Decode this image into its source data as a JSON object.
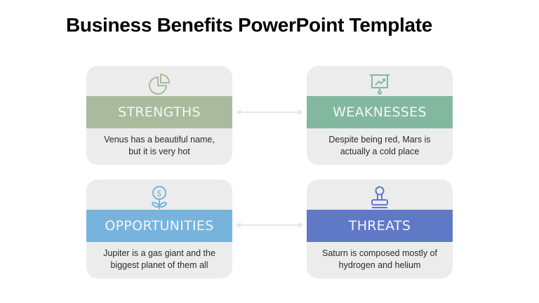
{
  "slide": {
    "title": "Business Benefits PowerPoint Template"
  },
  "cards": [
    {
      "id": "strengths",
      "label": "STRENGTHS",
      "description_line1": "Venus has a beautiful name,",
      "description_line2": "but it is very hot",
      "color": "#a9bb9c",
      "icon": "pie-chart-icon"
    },
    {
      "id": "weaknesses",
      "label": "WEAKNESSES",
      "description_line1": "Despite being red, Mars is",
      "description_line2": "actually a cold place",
      "color": "#82b8a0",
      "icon": "presentation-board-icon"
    },
    {
      "id": "opportunities",
      "label": "OPPORTUNITIES",
      "description_line1": "Jupiter is a gas giant and the",
      "description_line2": "biggest planet of them all",
      "color": "#76b4de",
      "icon": "money-plant-icon"
    },
    {
      "id": "threats",
      "label": "THREATS",
      "description_line1": "Saturn is composed mostly of",
      "description_line2": "hydrogen and helium",
      "color": "#6079c7",
      "icon": "stamp-icon"
    }
  ],
  "colors": {
    "card_bg": "#ececec",
    "arrow": "#e6e6e6"
  }
}
